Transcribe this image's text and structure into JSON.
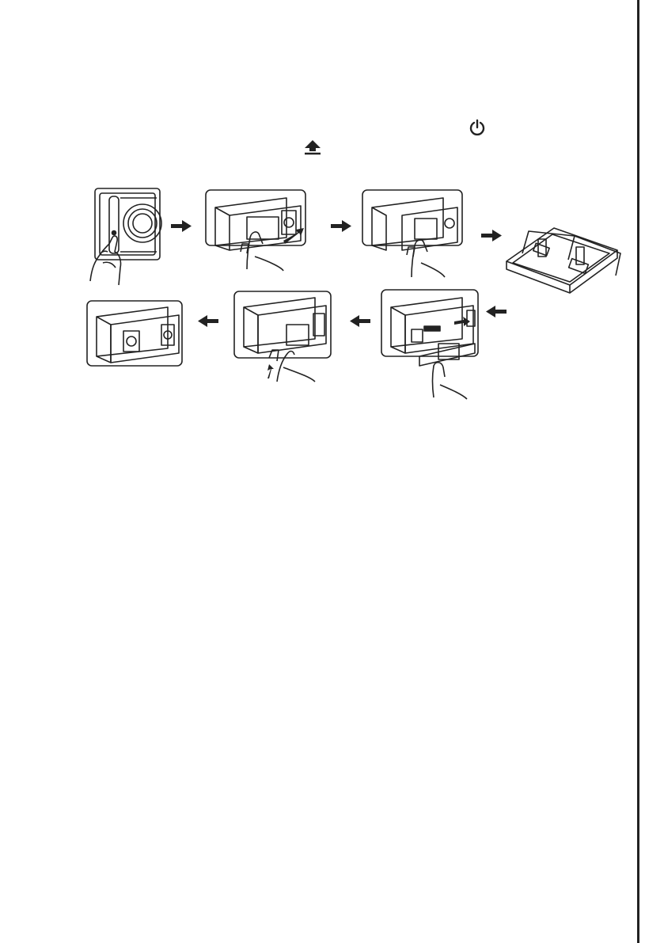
{
  "page": {
    "background": "#ffffff",
    "ink_color": "#222222"
  },
  "icons": {
    "power": "power-icon",
    "eject": "eject-icon"
  },
  "figure": {
    "description_steps": [
      "press-release-button",
      "slide-panel-right",
      "pull-panel-off",
      "store-in-case",
      "insert-panel-left",
      "push-panel-in",
      "panel-attached"
    ]
  }
}
